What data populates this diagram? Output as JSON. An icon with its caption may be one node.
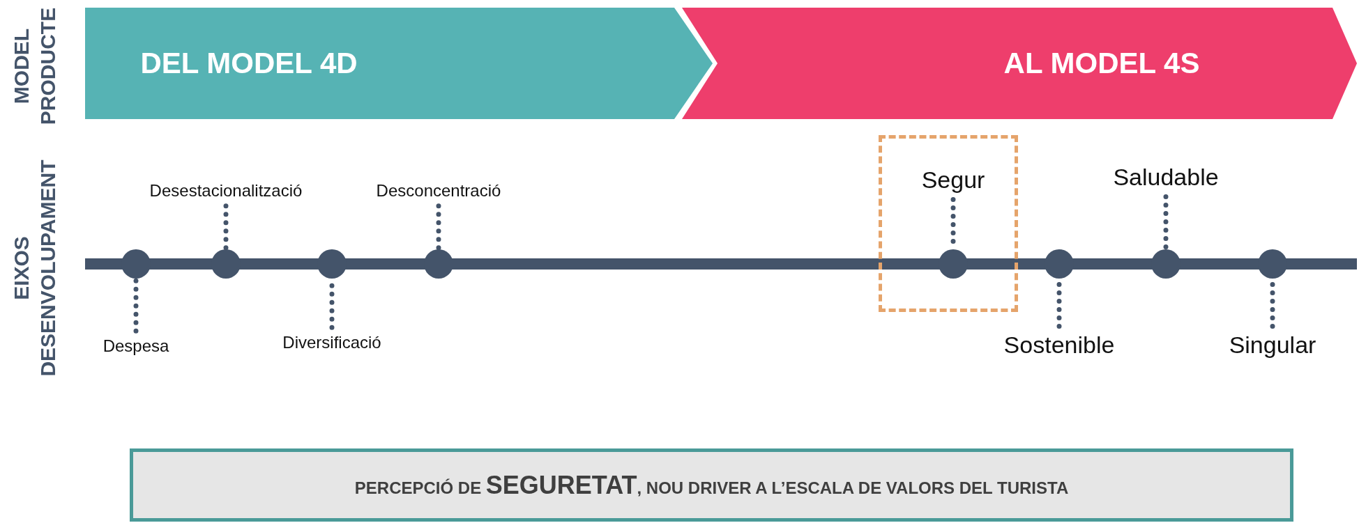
{
  "diagram": {
    "nodes": [
      {
        "text": [
          "DEL MODEL 4D"
        ]
      },
      {
        "text": [
          "AL MODEL 4S"
        ]
      },
      {
        "text": [
          "Desestacionalització"
        ]
      },
      {
        "text": [
          "Desconcentració"
        ]
      },
      {
        "text": [],
        "shape": "box"
      },
      {
        "text": [
          "Segur"
        ],
        "in": 4
      },
      {
        "text": [
          "Saludable"
        ]
      },
      {
        "text": [],
        "shape": "circle"
      },
      {
        "text": [],
        "shape": "circle"
      },
      {
        "text": [],
        "shape": "circle"
      },
      {
        "text": [],
        "shape": "circle"
      },
      {
        "text": [],
        "shape": "circle",
        "in": 4
      },
      {
        "text": [],
        "shape": "circle"
      },
      {
        "text": [],
        "shape": "circle"
      },
      {
        "text": [],
        "shape": "circle"
      },
      {
        "text": [
          "Despesa"
        ]
      },
      {
        "text": [
          "Diversificació"
        ]
      },
      {
        "text": [
          "Sostenible"
        ]
      },
      {
        "text": [
          "Singular"
        ]
      },
      {
        "text": [
          "PERCEPCIÓ DE **SEGURETAT**, NOU DRIVER A L’ESCALA DE VALORS DEL TURISTA"
        ]
      },
      {
        "text": [],
        "shape": "bar"
      }
    ],
    "edges": [
      {
        "from": 2,
        "to": 8,
        "arrow": "none",
        "style": "dashed"
      },
      {
        "from": 3,
        "to": 10,
        "arrow": "none",
        "style": "dashed"
      },
      {
        "from": 5,
        "to": 11,
        "arrow": "none",
        "style": "dashed"
      },
      {
        "from": 6,
        "to": 13,
        "arrow": "none",
        "style": "dashed"
      },
      {
        "from": 15,
        "to": 7,
        "arrow": "none",
        "style": "dashed"
      },
      {
        "from": 16,
        "to": 9,
        "arrow": "none",
        "style": "dashed"
      },
      {
        "from": 17,
        "to": 12,
        "arrow": "none",
        "style": "dashed"
      },
      {
        "from": 18,
        "to": 14,
        "arrow": "none",
        "style": "dashed"
      }
    ],
    "labels": [
      "MODEL PRODUCTE",
      "EIXOS DESENVOLUPAMENT"
    ]
  }
}
